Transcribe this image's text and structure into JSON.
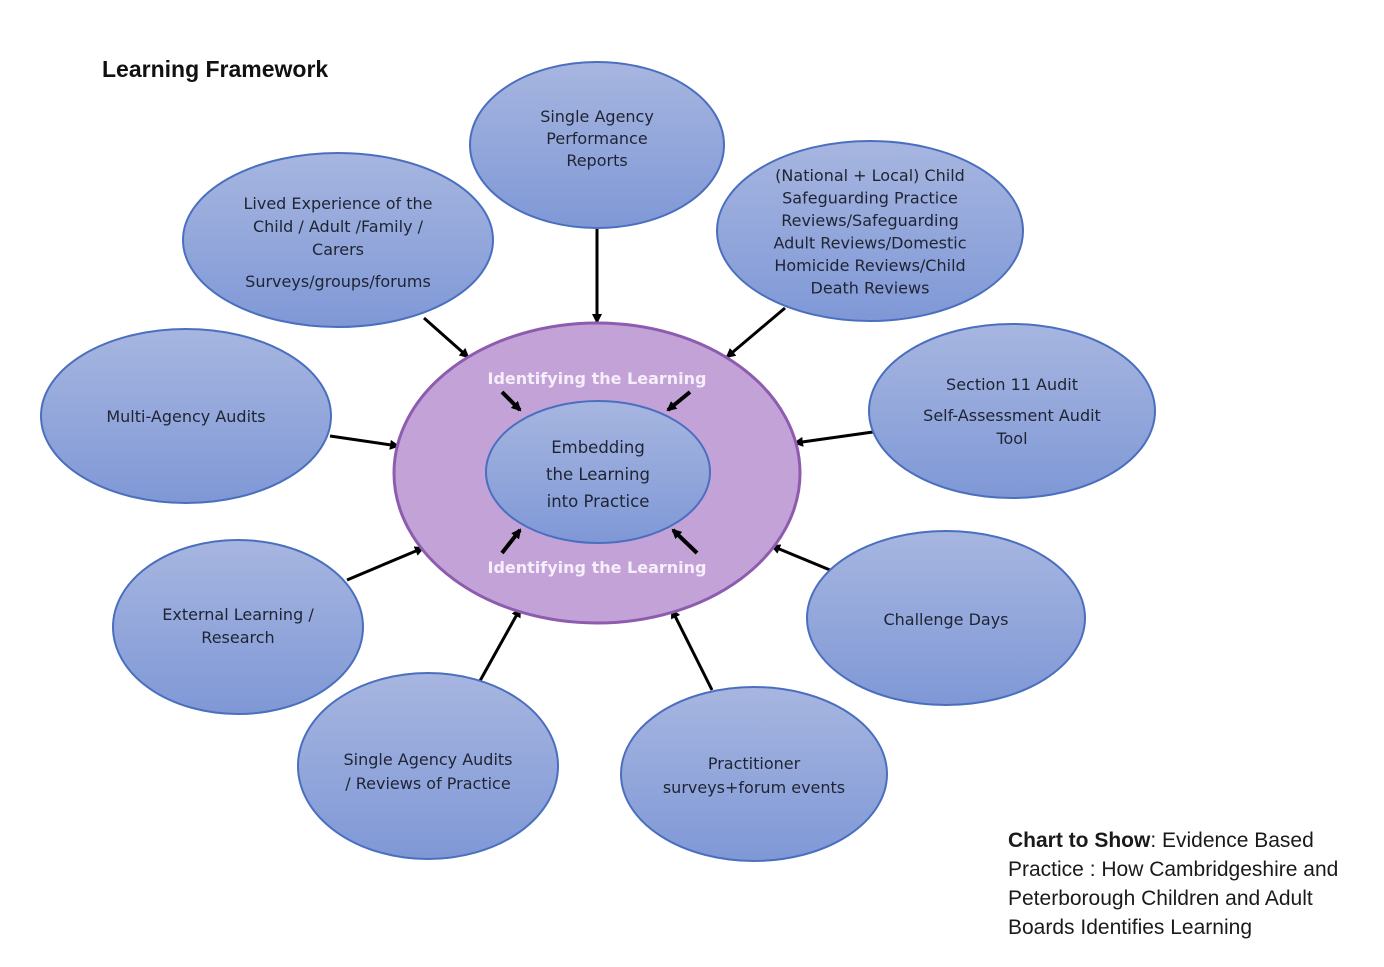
{
  "title": "Learning Framework",
  "colors": {
    "node_fill_top": "#a7b6e0",
    "node_fill_bottom": "#7f98d6",
    "node_stroke": "#4a6fbf",
    "ring_fill": "#c3a2d8",
    "ring_stroke": "#8e5cae",
    "arrow": "#000000",
    "ring_label": "#f6eefb"
  },
  "center": {
    "label_lines": [
      "Embedding",
      "the Learning",
      "into Practice"
    ],
    "ring_label_top": "Identifying the Learning",
    "ring_label_bottom": "Identifying the Learning"
  },
  "nodes": [
    {
      "id": "single-agency-performance-reports",
      "lines": [
        "Single Agency",
        "Performance",
        "Reports"
      ]
    },
    {
      "id": "national-local-reviews",
      "lines": [
        "(National + Local) Child",
        "Safeguarding Practice",
        "Reviews/Safeguarding",
        "Adult Reviews/Domestic",
        "Homicide Reviews/Child",
        "Death Reviews"
      ]
    },
    {
      "id": "section-11-audit",
      "lines": [
        "Section 11 Audit",
        "Self-Assessment Audit",
        "Tool"
      ]
    },
    {
      "id": "challenge-days",
      "lines": [
        "Challenge Days"
      ]
    },
    {
      "id": "practitioner-surveys",
      "lines": [
        "Practitioner",
        "surveys+forum events"
      ]
    },
    {
      "id": "single-agency-audits",
      "lines": [
        "Single Agency Audits",
        "/ Reviews of Practice"
      ]
    },
    {
      "id": "external-learning",
      "lines": [
        "External Learning /",
        "Research"
      ]
    },
    {
      "id": "multi-agency-audits",
      "lines": [
        "Multi-Agency Audits"
      ]
    },
    {
      "id": "lived-experience",
      "lines": [
        "Lived Experience of the",
        "Child / Adult /Family /",
        "Carers",
        "Surveys/groups/forums"
      ]
    }
  ],
  "caption": {
    "bold": "Chart to Show",
    "text": ": Evidence Based Practice : How Cambridgeshire and Peterborough Children and Adult Boards Identifies Learning"
  }
}
